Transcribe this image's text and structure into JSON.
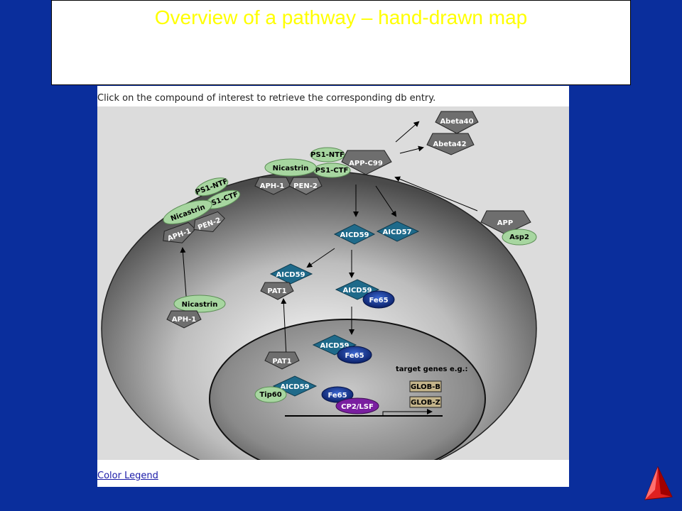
{
  "slide": {
    "title": "Overview of a pathway – hand-drawn map"
  },
  "panel": {
    "instruction": "Click on the compound of interest to retrieve the corresponding db entry.",
    "legend_link": "Color Legend"
  },
  "compounds": {
    "abeta40": "Abeta40",
    "abeta42": "Abeta42",
    "app_c99": "APP-C99",
    "app": "APP",
    "asp2": "Asp2",
    "ps1_ntf": "PS1-NTF",
    "ps1_ctf": "PS1-CTF",
    "nicastrin": "Nicastrin",
    "aph1": "APH-1",
    "pen2": "PEN-2",
    "aicd59": "AICD59",
    "aicd57": "AICD57",
    "pat1": "PAT1",
    "fe65": "Fe65",
    "tip60": "Tip60",
    "cp2_lsf": "CP2/LSF",
    "glob_b": "GLOB-B",
    "glob_z": "GLOB-Z"
  },
  "nucleus": {
    "target_genes_label": "target genes e.g.:"
  },
  "colors": {
    "background": "#0a2e9c",
    "title": "#ffff00",
    "green_compound": "#a7d6a0",
    "pentagon_gray": "#6e6e6e",
    "diamond_blue": "#1f6a8a",
    "ellipse_blue": "#0d2d7a",
    "purple": "#7a1fa0",
    "gene_box": "#c4b48a"
  }
}
